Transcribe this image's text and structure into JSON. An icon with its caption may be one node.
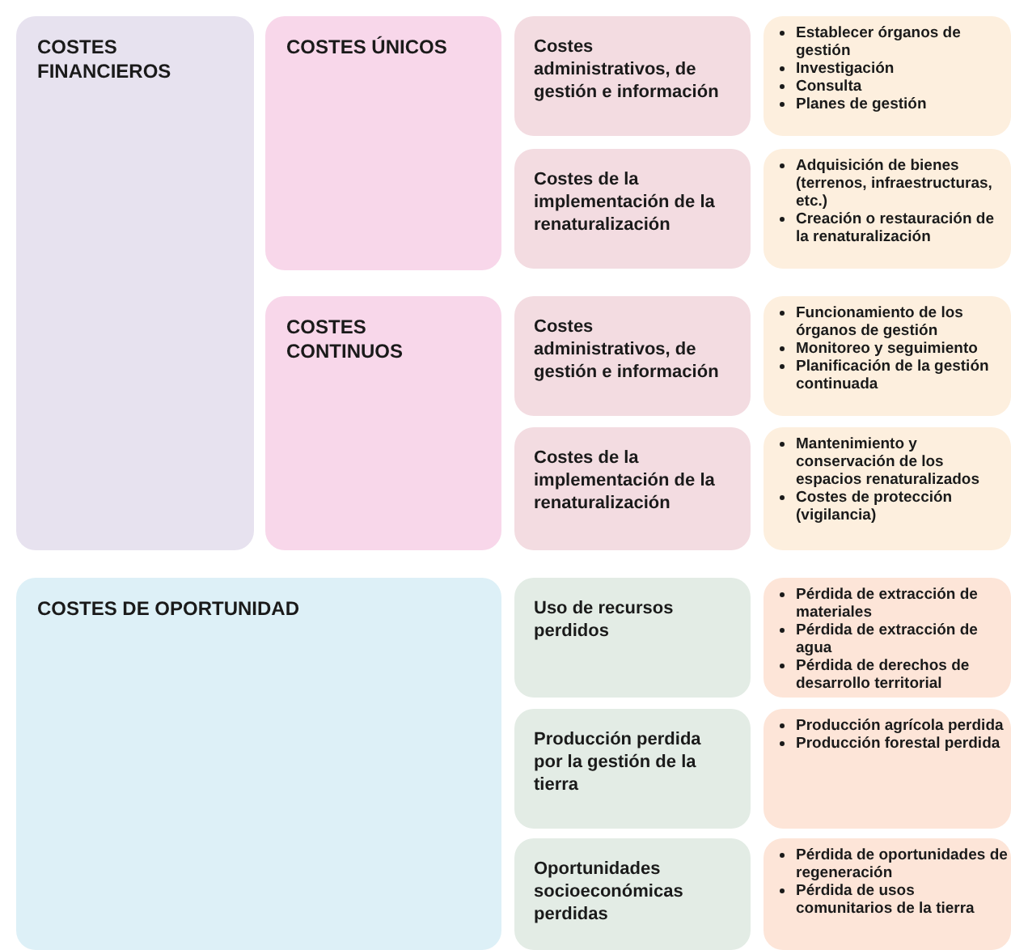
{
  "diagram": {
    "nodes": [
      {
        "text": [
          "COSTES FINANCIEROS"
        ]
      },
      {
        "text": [
          "COSTES ÚNICOS"
        ]
      },
      {
        "text": [
          "Costes administrativos, de gestión e información"
        ]
      },
      {
        "text": [
          "Establecer órganos de gestión",
          "Investigación",
          "Consulta",
          "Planes de gestión"
        ]
      },
      {
        "text": [
          "Costes de la implementación de la renaturalización"
        ]
      },
      {
        "text": [
          "Adquisición de bienes (terrenos, infraestructuras, etc.)",
          "Creación o restauración de la renaturalización"
        ]
      },
      {
        "text": [
          "COSTES CONTINUOS"
        ]
      },
      {
        "text": [
          "Costes administrativos, de gestión e información"
        ]
      },
      {
        "text": [
          "Funcionamiento de los órganos de gestión",
          "Monitoreo y seguimiento",
          "Planificación de la gestión continuada"
        ]
      },
      {
        "text": [
          "Costes de la implementación de la renaturalización"
        ]
      },
      {
        "text": [
          "Mantenimiento y conservación de los espacios renaturalizados",
          "Costes de protección (vigilancia)"
        ]
      },
      {
        "text": [
          "COSTES DE OPORTUNIDAD"
        ]
      },
      {
        "text": [
          "Uso de recursos perdidos"
        ]
      },
      {
        "text": [
          "Pérdida de extracción de materiales",
          "Pérdida de extracción de agua",
          "Pérdida de derechos de desarrollo territorial"
        ]
      },
      {
        "text": [
          "Producción perdida por la gestión de la tierra"
        ]
      },
      {
        "text": [
          "Producción agrícola perdida",
          "Producción forestal perdida"
        ]
      },
      {
        "text": [
          "Oportunidades socioeconómicas perdidas"
        ]
      },
      {
        "text": [
          "Pérdida de oportunidades de regeneración",
          "Pérdida de usos comunitarios de la tierra"
        ]
      }
    ]
  }
}
